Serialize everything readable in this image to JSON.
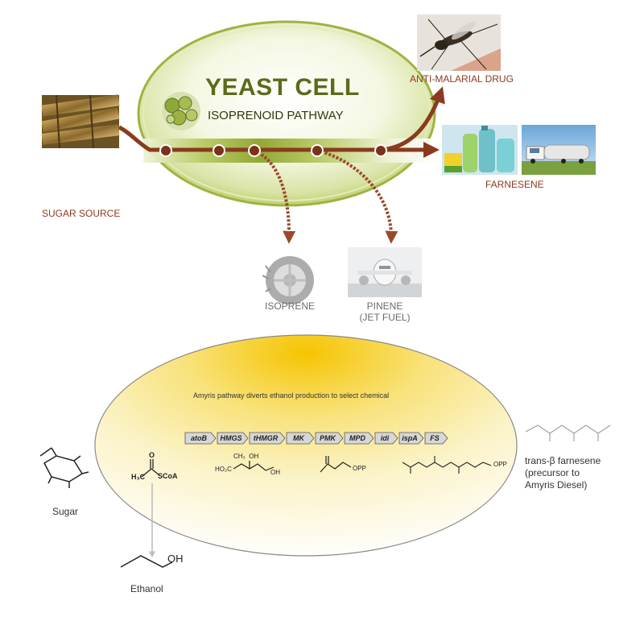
{
  "top": {
    "title": "YEAST CELL",
    "subtitle": "ISOPRENOID PATHWAY",
    "sugar_label": "SUGAR SOURCE",
    "drug_label": "ANTI-MALARIAL DRUG",
    "farnesene_label": "FARNESENE",
    "isoprene_label": "ISOPRENE",
    "pinene_label_1": "PINENE",
    "pinene_label_2": "(JET FUEL)"
  },
  "bottom": {
    "caption": "Amyris pathway diverts ethanol production to select chemical",
    "genes": [
      "atoB",
      "HMGS",
      "tHMGR",
      "MK",
      "PMK",
      "MPD",
      "idi",
      "ispA",
      "FS"
    ],
    "sugar_label": "Sugar",
    "ethanol_label": "Ethanol",
    "ethanol_oh": "OH",
    "acetylcoa": {
      "h3c": "H₃C",
      "scoa": "SCoA",
      "o": "O"
    },
    "mevalonate": {
      "ch3oh": "CH₃  OH",
      "ho2c": "HO₂C",
      "oh": "OH"
    },
    "ipp_opp": "OPP",
    "fpp_opp": "OPP",
    "product_line_1": "trans-β farnesene",
    "product_line_2": "(precursor to",
    "product_line_3": "Amyris Diesel)"
  },
  "colors": {
    "arrow_brown": "#8b3a1e",
    "cell_green": "#a8c040",
    "cell_rim": "#c8d890",
    "yellow": "#f5cf1a",
    "dark_olive": "#5b6b1a"
  }
}
